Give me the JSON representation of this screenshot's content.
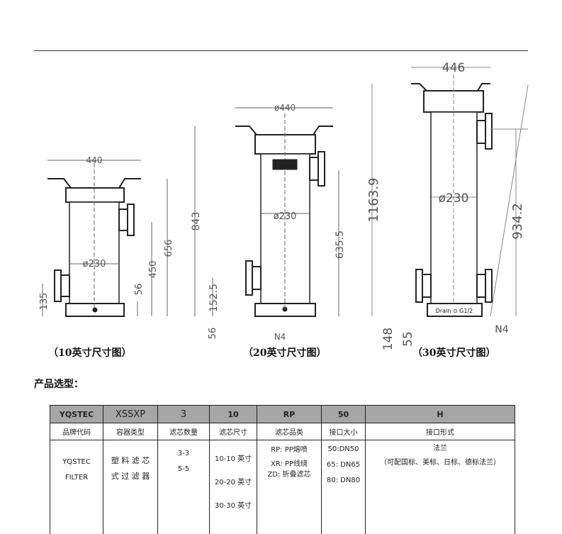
{
  "drawings": [
    {
      "caption": "（10英寸尺寸图）",
      "width": "440",
      "diameter": "ø230",
      "height_total": "656",
      "height_outlet": "450",
      "height_base": "56",
      "height_inlet": "135"
    },
    {
      "caption": "（20英寸尺寸图）",
      "width": "ø440",
      "diameter": "ø230",
      "height_total": "843",
      "height_outlet": "635.5",
      "height_inlet": "152.5",
      "height_base": "56",
      "drain": "N4"
    },
    {
      "caption": "（30英寸尺寸图）",
      "width": "446",
      "diameter": "ø230",
      "height_total": "1163.9",
      "height_outlet": "934.2",
      "height_inlet": "148",
      "height_base": "55",
      "drain": "N4",
      "drain_label": "Drain ⊙ G1/2"
    }
  ],
  "section_title": "产品选型：",
  "table": {
    "codes": [
      "YQSTEC",
      "XSSXP",
      "3",
      "10",
      "RP",
      "50",
      "H"
    ],
    "labels": [
      "品牌代码",
      "容器类型",
      "滤芯数量",
      "滤芯尺寸",
      "滤芯品类",
      "接口大小",
      "接口形式"
    ],
    "values": [
      [
        "YQSTEC",
        "FILTER"
      ],
      [
        "塑 料 滤 芯",
        "式 过 滤 器"
      ],
      [
        "3-3",
        "5-5"
      ],
      [
        "10-10 英寸",
        "20-20 英寸",
        "30-30 英寸"
      ],
      [
        "RP: PP熔喷",
        "XR: PP线绕",
        "ZD: 折叠滤芯"
      ],
      [
        "50:DN50",
        "65: DN65",
        "80: DN80"
      ],
      [
        "法兰",
        "（可配国标、美标、日标、德标法兰）"
      ]
    ]
  }
}
